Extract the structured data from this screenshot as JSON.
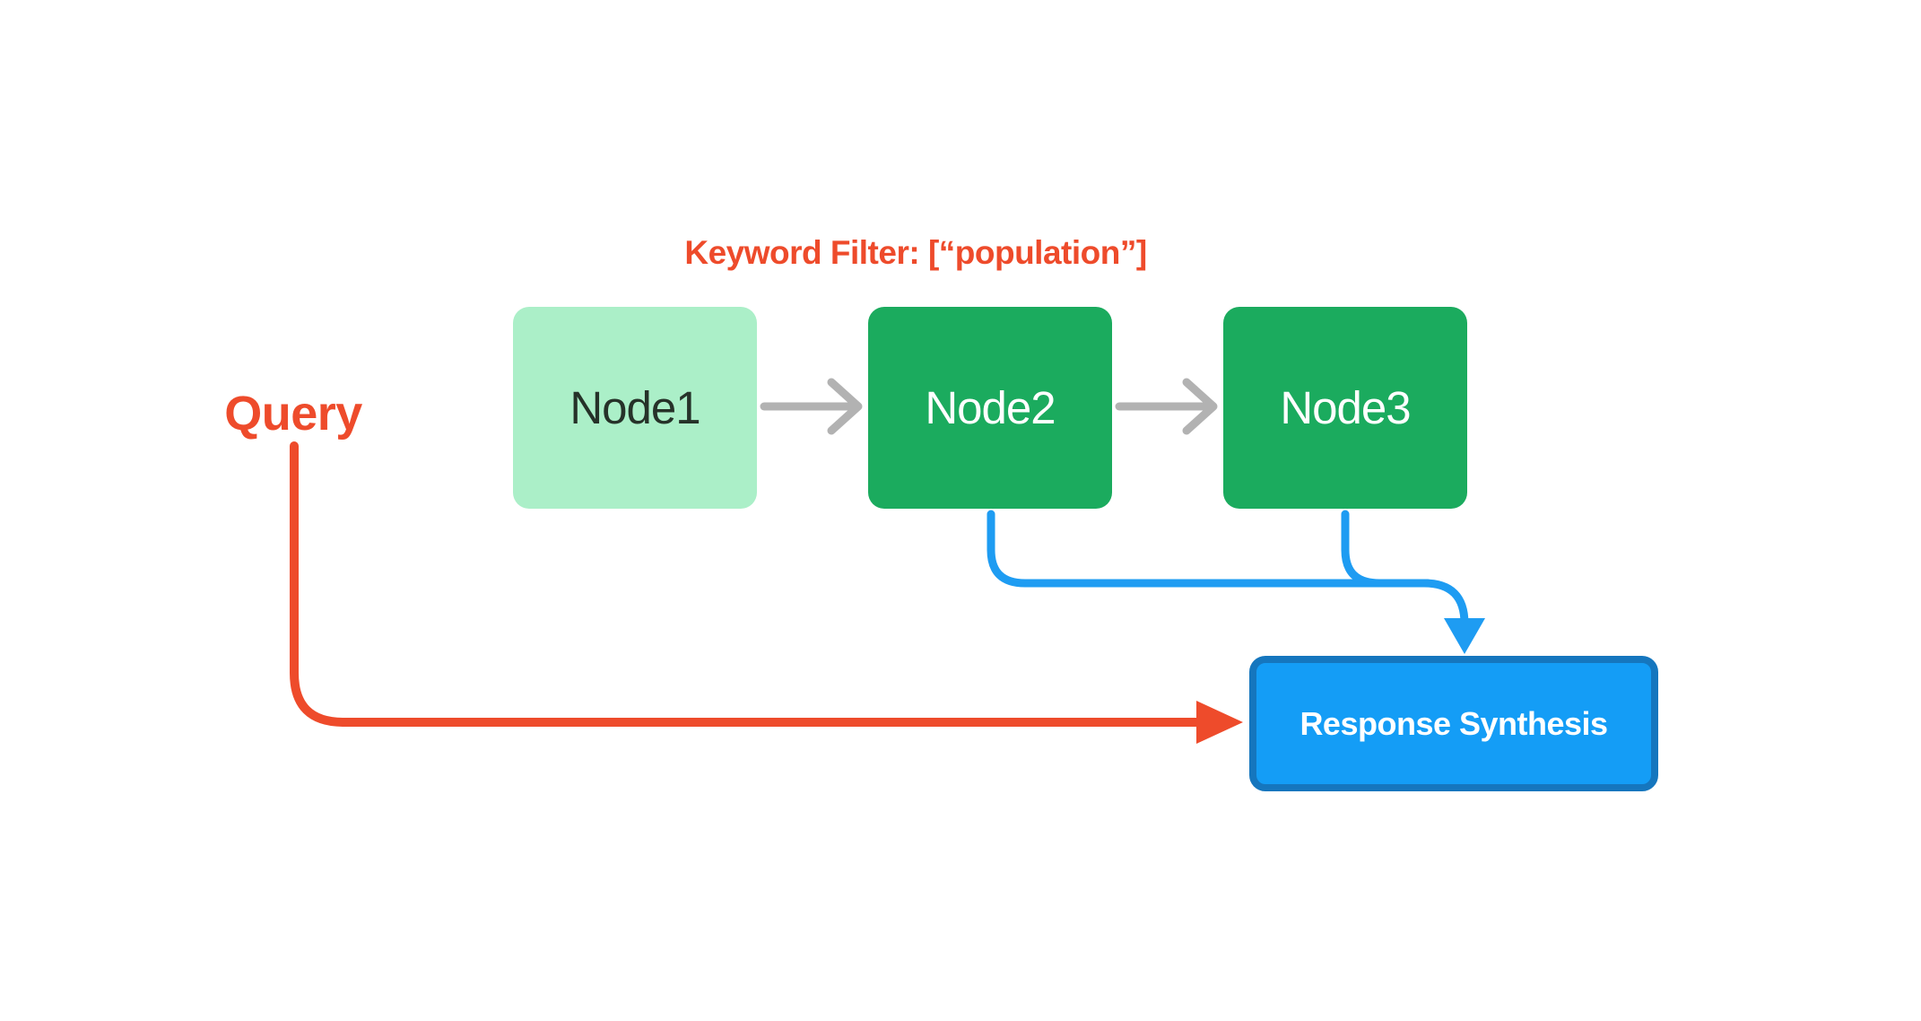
{
  "diagram": {
    "keyword_filter_label": "Keyword Filter: [“population”]",
    "query_label": "Query",
    "nodes": [
      {
        "id": "node1",
        "label": "Node1",
        "fill": "#abefc8",
        "text_color": "#263229"
      },
      {
        "id": "node2",
        "label": "Node2",
        "fill": "#1bab5e",
        "text_color": "#ffffff"
      },
      {
        "id": "node3",
        "label": "Node3",
        "fill": "#1bab5e",
        "text_color": "#ffffff"
      }
    ],
    "response_box": {
      "label": "Response Synthesis",
      "fill": "#149df6",
      "border_color": "#1576be",
      "text_color": "#ffffff"
    },
    "colors": {
      "query_arrow": "#ee4b2b",
      "flow_arrow": "#b2b2b2",
      "synthesis_arrow": "#1e9cf2",
      "background": "#ffffff"
    }
  }
}
